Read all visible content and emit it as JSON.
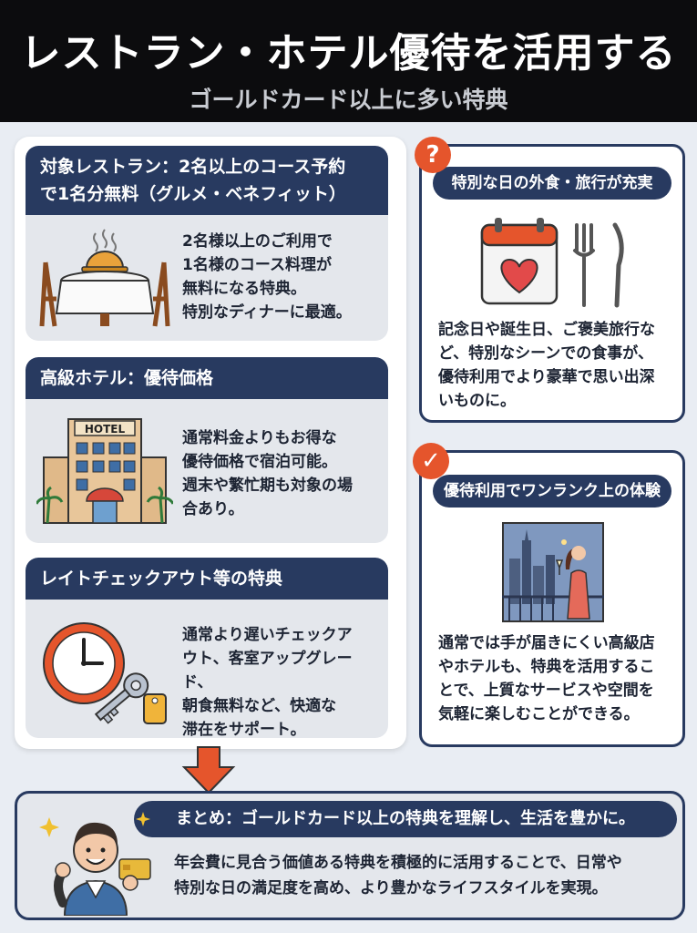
{
  "header": {
    "title": "レストラン・ホテル優待を活用する",
    "subtitle": "ゴールドカード以上に多い特典"
  },
  "left_cards": [
    {
      "title_line1": "対象レストラン：2名以上のコース予約",
      "title_line2": "で1名分無料（グルメ・ベネフィット）",
      "body": [
        "2名様以上のご利用で",
        "1名様のコース料理が",
        "無料になる特典。",
        "特別なディナーに最適。"
      ],
      "illustration": "restaurant-table-icon"
    },
    {
      "title_line1": "高級ホテル：優待価格",
      "body": [
        "通常料金よりもお得な",
        "優待価格で宿泊可能。",
        "週末や繁忙期も対象の場",
        "合あり。"
      ],
      "illustration": "hotel-building-icon",
      "hotel_sign": "HOTEL"
    },
    {
      "title_line1": "レイトチェックアウト等の特典",
      "body": [
        "通常より遅いチェックア",
        "ウト、客室アップグレード、",
        "朝食無料など、快適な",
        "滞在をサポート。"
      ],
      "illustration": "clock-and-key-icon"
    }
  ],
  "right_cards": [
    {
      "badge": "?",
      "title": "特別な日の外食・旅行が充実",
      "body": [
        "記念日や誕生日、ご褒美旅行な",
        "ど、特別なシーンでの食事が、",
        "優待利用でより豪華で思い出深",
        "いものに。"
      ],
      "illustration": "calendar-heart-and-cutlery-icon"
    },
    {
      "badge": "✓",
      "title": "優待利用でワンランク上の体験",
      "body": [
        "通常では手が届きにくい高級店",
        "やホテルも、特典を活用するこ",
        "とで、上質なサービスや空間を",
        "気軽に楽しむことができる。"
      ],
      "illustration": "woman-with-wine-city-view-icon"
    }
  ],
  "summary": {
    "title": "まとめ：ゴールドカード以上の特典を理解し、生活を豊かに。",
    "body": [
      "年会費に見合う価値ある特典を積極的に活用することで、日常や",
      "特別な日の満足度を高め、より豊かなライフスタイルを実現。"
    ],
    "illustration": "smiling-man-holding-card-icon"
  },
  "colors": {
    "navy": "#283a60",
    "accent_orange": "#e5552c",
    "card_gray": "#e4e7ec",
    "header_black": "#0c0c0e"
  }
}
